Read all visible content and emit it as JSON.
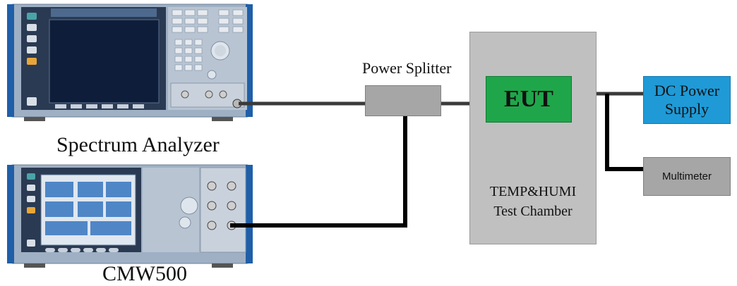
{
  "labels": {
    "spectrum_analyzer": "Spectrum Analyzer",
    "cmw500": "CMW500",
    "power_splitter": "Power Splitter",
    "eut": "EUT",
    "chamber_line1": "TEMP&HUMI",
    "chamber_line2": "Test Chamber",
    "dc_power_line1": "DC Power",
    "dc_power_line2": "Supply",
    "multimeter": "Multimeter"
  },
  "colors": {
    "eut": "#1fa64a",
    "dc_power_supply": "#1f9ad6",
    "chamber": "#c0c0c0",
    "splitter": "#a6a6a6",
    "multimeter": "#a6a6a6",
    "cable": "#1a1a1a"
  }
}
